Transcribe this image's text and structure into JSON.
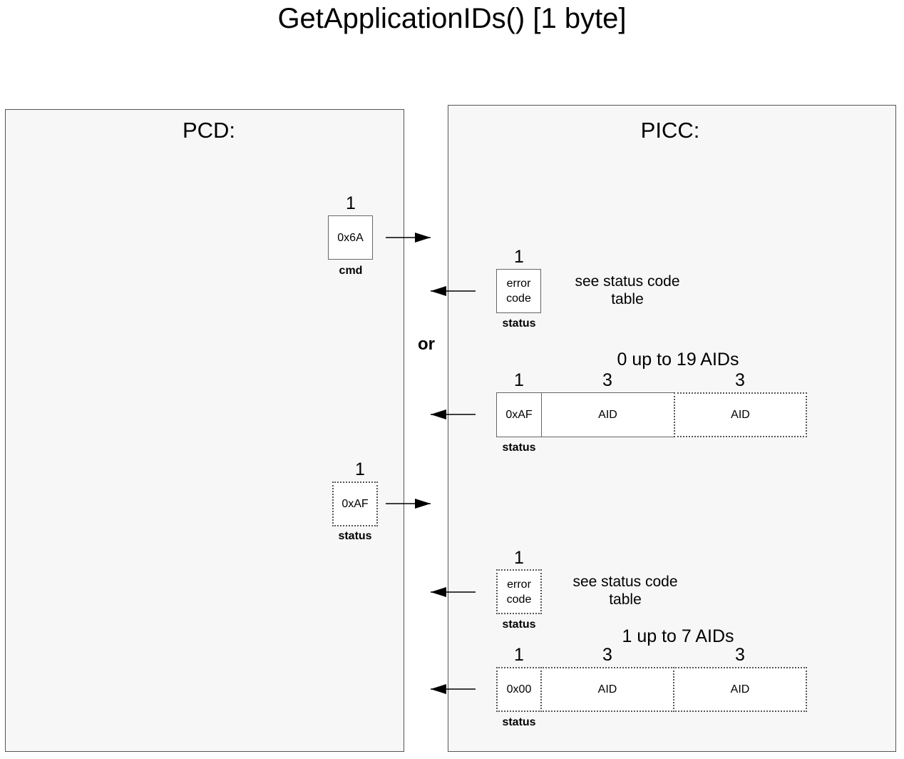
{
  "title": "GetApplicationIDs() [1 byte]",
  "pcd": {
    "title": "PCD:",
    "cmd_frame": {
      "count": "1",
      "value": "0x6A",
      "label": "cmd"
    },
    "status_frame": {
      "count": "1",
      "value": "0xAF",
      "label": "status"
    }
  },
  "picc": {
    "title": "PICC:",
    "error1": {
      "count": "1",
      "value": "error code",
      "label": "status",
      "note": "see status code table"
    },
    "resp1": {
      "caption": "0 up to 19 AIDs",
      "status_count": "1",
      "status_value": "0xAF",
      "status_label": "status",
      "aid1_count": "3",
      "aid1": "AID",
      "aid2_count": "3",
      "aid2": "AID"
    },
    "error2": {
      "count": "1",
      "value": "error code",
      "label": "status",
      "note": "see status code table"
    },
    "resp2": {
      "caption": "1 up to 7 AIDs",
      "status_count": "1",
      "status_value": "0x00",
      "status_label": "status",
      "aid1_count": "3",
      "aid1": "AID",
      "aid2_count": "3",
      "aid2": "AID"
    }
  },
  "or_label": "or"
}
